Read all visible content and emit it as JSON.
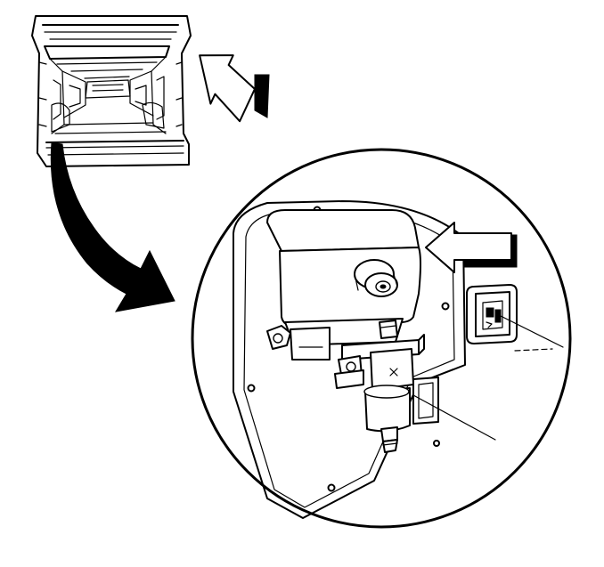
{
  "figure": {
    "background_color": "#ffffff",
    "line_color": "#000000",
    "components": [
      {
        "name": "van-rear-cargo-view",
        "icon": "van-rear-open-doors-icon"
      },
      {
        "name": "view-direction-arrow-upper",
        "icon": "hollow-arrow-left-icon"
      },
      {
        "name": "zoom-curved-arrow",
        "icon": "curved-arrow-down-right-icon"
      },
      {
        "name": "detail-magnifier-circle",
        "icon": "magnifier-circle-icon"
      },
      {
        "name": "view-direction-arrow-detail",
        "icon": "hollow-arrow-left-icon"
      },
      {
        "name": "heater-box-assembly",
        "icon": "heater-box-icon"
      },
      {
        "name": "solenoid-valve",
        "icon": "solenoid-valve-icon"
      },
      {
        "name": "electrical-connector",
        "icon": "connector-icon"
      }
    ]
  }
}
